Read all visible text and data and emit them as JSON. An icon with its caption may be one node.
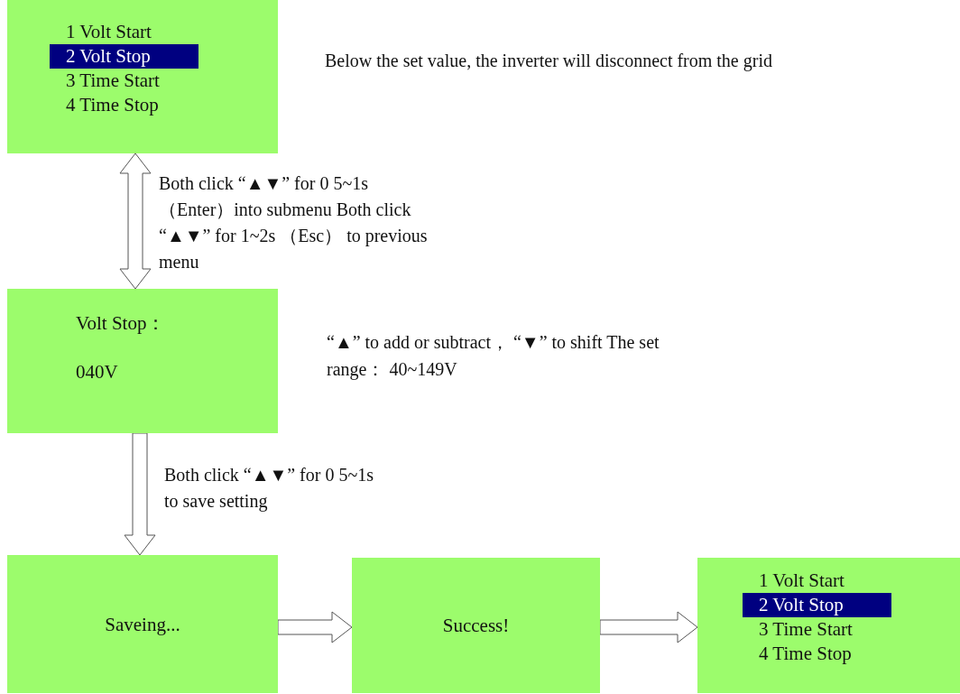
{
  "diagram": {
    "nodes": [
      {
        "text": [
          "1 Volt Start",
          "2 Volt Stop",
          "3 Time Start",
          "4 Time Stop"
        ],
        "beside": [
          "Below the set value, the inverter will disconnect from the grid"
        ]
      },
      {
        "text": [
          "Volt Stop：",
          "040V"
        ],
        "beside": [
          "“▲” to add or subtract， “▼” to shift The set range： 40~149V"
        ]
      },
      {
        "text": [
          "Saveing..."
        ]
      },
      {
        "text": [
          "Success!"
        ]
      },
      {
        "text": [
          "1 Volt Start",
          "2 Volt Stop",
          "3 Time Start",
          "4 Time Stop"
        ]
      }
    ],
    "edges": [
      {
        "from": 0,
        "to": 1,
        "arrow": "both",
        "label": "Both click “▲▼” for 0 5~1s （Enter）into submenu Both click “▲▼” for 1~2s （Esc） to previous menu"
      },
      {
        "from": 1,
        "to": 2,
        "arrow": "to",
        "label": "Both click “▲▼” for 0 5~1s to save setting"
      },
      {
        "from": 2,
        "to": 3,
        "arrow": "to"
      },
      {
        "from": 3,
        "to": 4,
        "arrow": "to"
      }
    ]
  }
}
